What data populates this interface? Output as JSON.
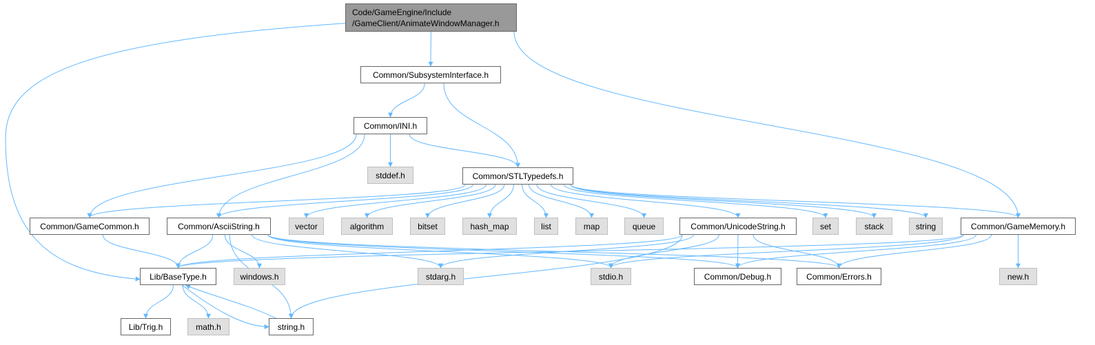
{
  "diagram": {
    "edge_color": "#63b8ff",
    "root": {
      "line1": "Code/GameEngine/Include",
      "line2": "/GameClient/AnimateWindowManager.h"
    },
    "nodes": {
      "subsystem": "Common/SubsystemInterface.h",
      "ini": "Common/INI.h",
      "stddef": "stddef.h",
      "stltypedefs": "Common/STLTypedefs.h",
      "gamecommon": "Common/GameCommon.h",
      "asciistring": "Common/AsciiString.h",
      "vector": "vector",
      "algorithm": "algorithm",
      "bitset": "bitset",
      "hash_map": "hash_map",
      "list": "list",
      "map": "map",
      "queue": "queue",
      "unicodestring": "Common/UnicodeString.h",
      "set": "set",
      "stack": "stack",
      "string": "string",
      "gamememory": "Common/GameMemory.h",
      "basetype": "Lib/BaseType.h",
      "windows": "windows.h",
      "stdarg": "stdarg.h",
      "stdio": "stdio.h",
      "debug": "Common/Debug.h",
      "errors": "Common/Errors.h",
      "new": "new.h",
      "trig": "Lib/Trig.h",
      "math": "math.h",
      "stringh": "string.h"
    },
    "edges": [
      [
        "root",
        "subsystem"
      ],
      [
        "root",
        "gamememory"
      ],
      [
        "root",
        "basetype"
      ],
      [
        "subsystem",
        "ini"
      ],
      [
        "subsystem",
        "stltypedefs"
      ],
      [
        "ini",
        "stddef"
      ],
      [
        "ini",
        "stltypedefs"
      ],
      [
        "ini",
        "gamecommon"
      ],
      [
        "ini",
        "asciistring"
      ],
      [
        "stltypedefs",
        "gamecommon"
      ],
      [
        "stltypedefs",
        "asciistring"
      ],
      [
        "stltypedefs",
        "vector"
      ],
      [
        "stltypedefs",
        "algorithm"
      ],
      [
        "stltypedefs",
        "bitset"
      ],
      [
        "stltypedefs",
        "hash_map"
      ],
      [
        "stltypedefs",
        "list"
      ],
      [
        "stltypedefs",
        "map"
      ],
      [
        "stltypedefs",
        "queue"
      ],
      [
        "stltypedefs",
        "unicodestring"
      ],
      [
        "stltypedefs",
        "set"
      ],
      [
        "stltypedefs",
        "stack"
      ],
      [
        "stltypedefs",
        "string"
      ],
      [
        "stltypedefs",
        "gamememory"
      ],
      [
        "gamecommon",
        "basetype"
      ],
      [
        "asciistring",
        "basetype"
      ],
      [
        "asciistring",
        "windows"
      ],
      [
        "asciistring",
        "stringh"
      ],
      [
        "asciistring",
        "stdarg"
      ],
      [
        "asciistring",
        "stdio"
      ],
      [
        "asciistring",
        "debug"
      ],
      [
        "asciistring",
        "errors"
      ],
      [
        "unicodestring",
        "basetype"
      ],
      [
        "unicodestring",
        "stdarg"
      ],
      [
        "unicodestring",
        "stdio"
      ],
      [
        "unicodestring",
        "debug"
      ],
      [
        "unicodestring",
        "errors"
      ],
      [
        "unicodestring",
        "stringh"
      ],
      [
        "gamememory",
        "basetype"
      ],
      [
        "gamememory",
        "stdio"
      ],
      [
        "gamememory",
        "debug"
      ],
      [
        "gamememory",
        "errors"
      ],
      [
        "gamememory",
        "new"
      ],
      [
        "basetype",
        "trig"
      ],
      [
        "basetype",
        "math"
      ],
      [
        "basetype",
        "stringh"
      ],
      [
        "stringh",
        "basetype"
      ]
    ]
  }
}
